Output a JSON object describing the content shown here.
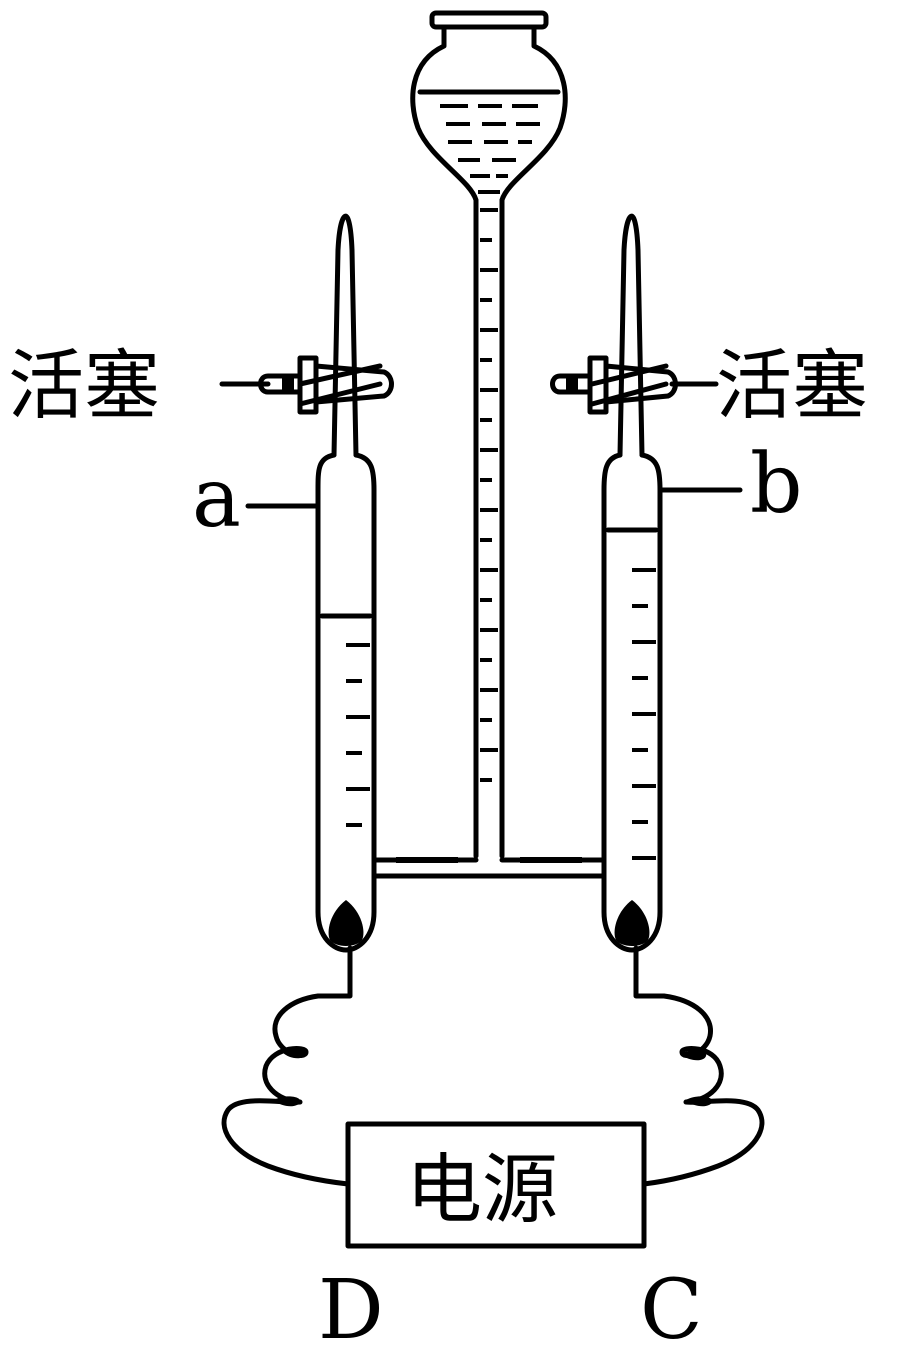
{
  "labels": {
    "stopcock_left": "活塞",
    "stopcock_right": "活塞",
    "tube_left": "a",
    "tube_right": "b",
    "power_supply": "电源",
    "terminal_left": "D",
    "terminal_right": "C"
  }
}
